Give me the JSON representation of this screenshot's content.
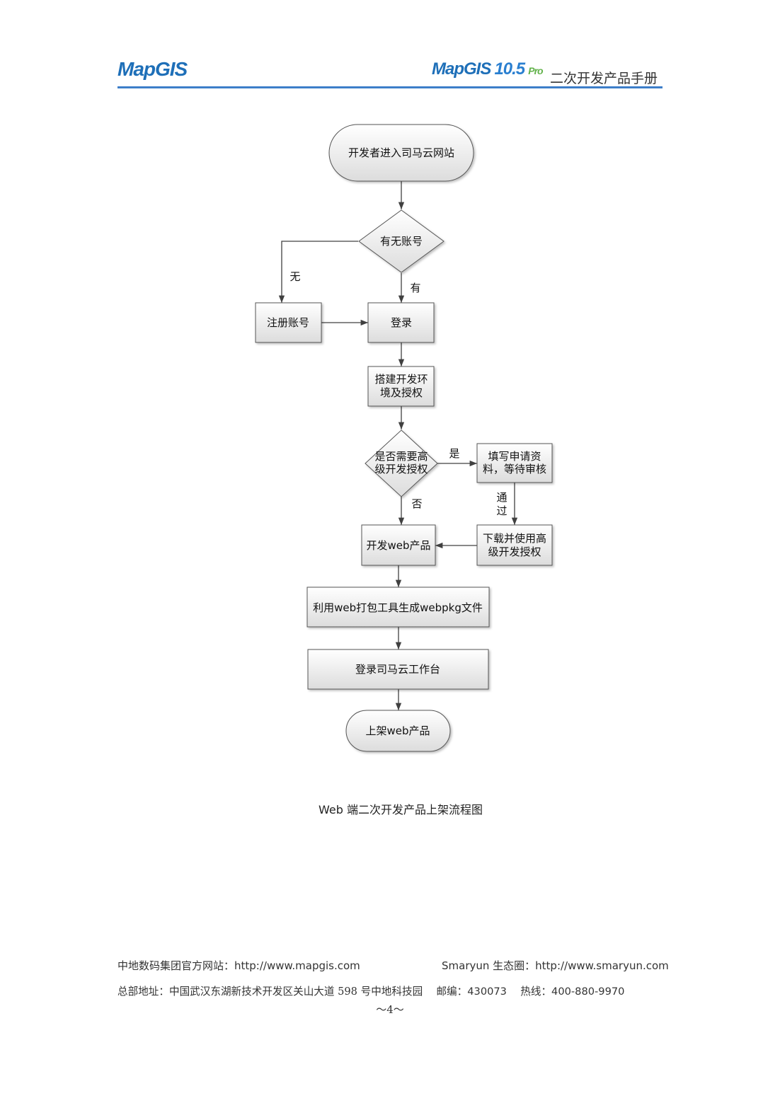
{
  "header": {
    "logo_left": "MapGIS",
    "logo_right": "MapGIS",
    "logo_version": "10.5",
    "logo_edition": "Pro",
    "title": "二次开发产品手册"
  },
  "flowchart": {
    "nodes": {
      "start": "开发者进入司马云网站",
      "has_account": "有无账号",
      "register": "注册账号",
      "login": "登录",
      "setup_env_line1": "搭建开发环",
      "setup_env_line2": "境及授权",
      "need_adv_line1": "是否需要高",
      "need_adv_line2": "级开发授权",
      "apply_line1": "填写申请资",
      "apply_line2": "料，等待审核",
      "dev_web": "开发web产品",
      "download_line1": "下载并使用高",
      "download_line2": "级开发授权",
      "pack": "利用web打包工具生成webpkg文件",
      "login_workbench": "登录司马云工作台",
      "publish": "上架web产品"
    },
    "edge_labels": {
      "no_account": "无",
      "has_account": "有",
      "yes": "是",
      "no": "否",
      "pass_line1": "通",
      "pass_line2": "过"
    }
  },
  "caption": "Web 端二次开发产品上架流程图",
  "footer": {
    "site_label": "中地数码集团官方网站：",
    "site_url": "http://www.mapgis.com",
    "eco_label": "Smaryun 生态圈：",
    "eco_url": "http://www.smaryun.com",
    "address": "总部地址：中国武汉东湖新技术开发区关山大道 598 号中地科技园",
    "zip_label": "邮编：",
    "zip": "430073",
    "hotline_label": "热线：",
    "hotline": "400-880-9970",
    "page_number": "～4～"
  }
}
